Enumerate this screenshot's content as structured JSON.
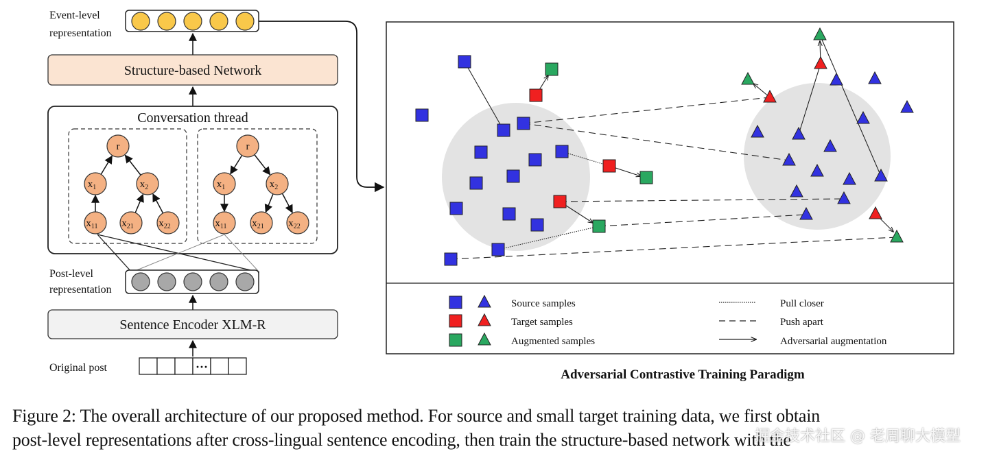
{
  "left": {
    "event_label": [
      "Event-level",
      "representation"
    ],
    "structure_network": "Structure-based Network",
    "conversation_thread": "Conversation thread",
    "nodes": [
      "r",
      "x1",
      "x2",
      "x11",
      "x21",
      "x22"
    ],
    "post_label": [
      "Post-level",
      "representation"
    ],
    "sentence_encoder": "Sentence Encoder XLM-R",
    "original_post": "Original post",
    "ellipsis": "···"
  },
  "right": {
    "title": "Adversarial Contrastive Training Paradigm",
    "legend": {
      "source": "Source samples",
      "target": "Target samples",
      "augmented": "Augmented samples",
      "pull": "Pull closer",
      "push": "Push apart",
      "adv": "Adversarial augmentation"
    },
    "colors": {
      "source": "#3232e0",
      "target": "#f02020",
      "augmented": "#2aa860",
      "event": "#f9c84a",
      "post": "#a8a8a8",
      "node": "#f4b183",
      "network": "#fbe4d2"
    }
  },
  "caption": [
    "Figure 2: The overall architecture of our proposed method. For source and small target training data, we first obtain",
    "post-level representations after cross-lingual sentence encoding, then train the structure-based network with the"
  ],
  "watermark": "掘金技术社区 @ 老周聊大模型"
}
